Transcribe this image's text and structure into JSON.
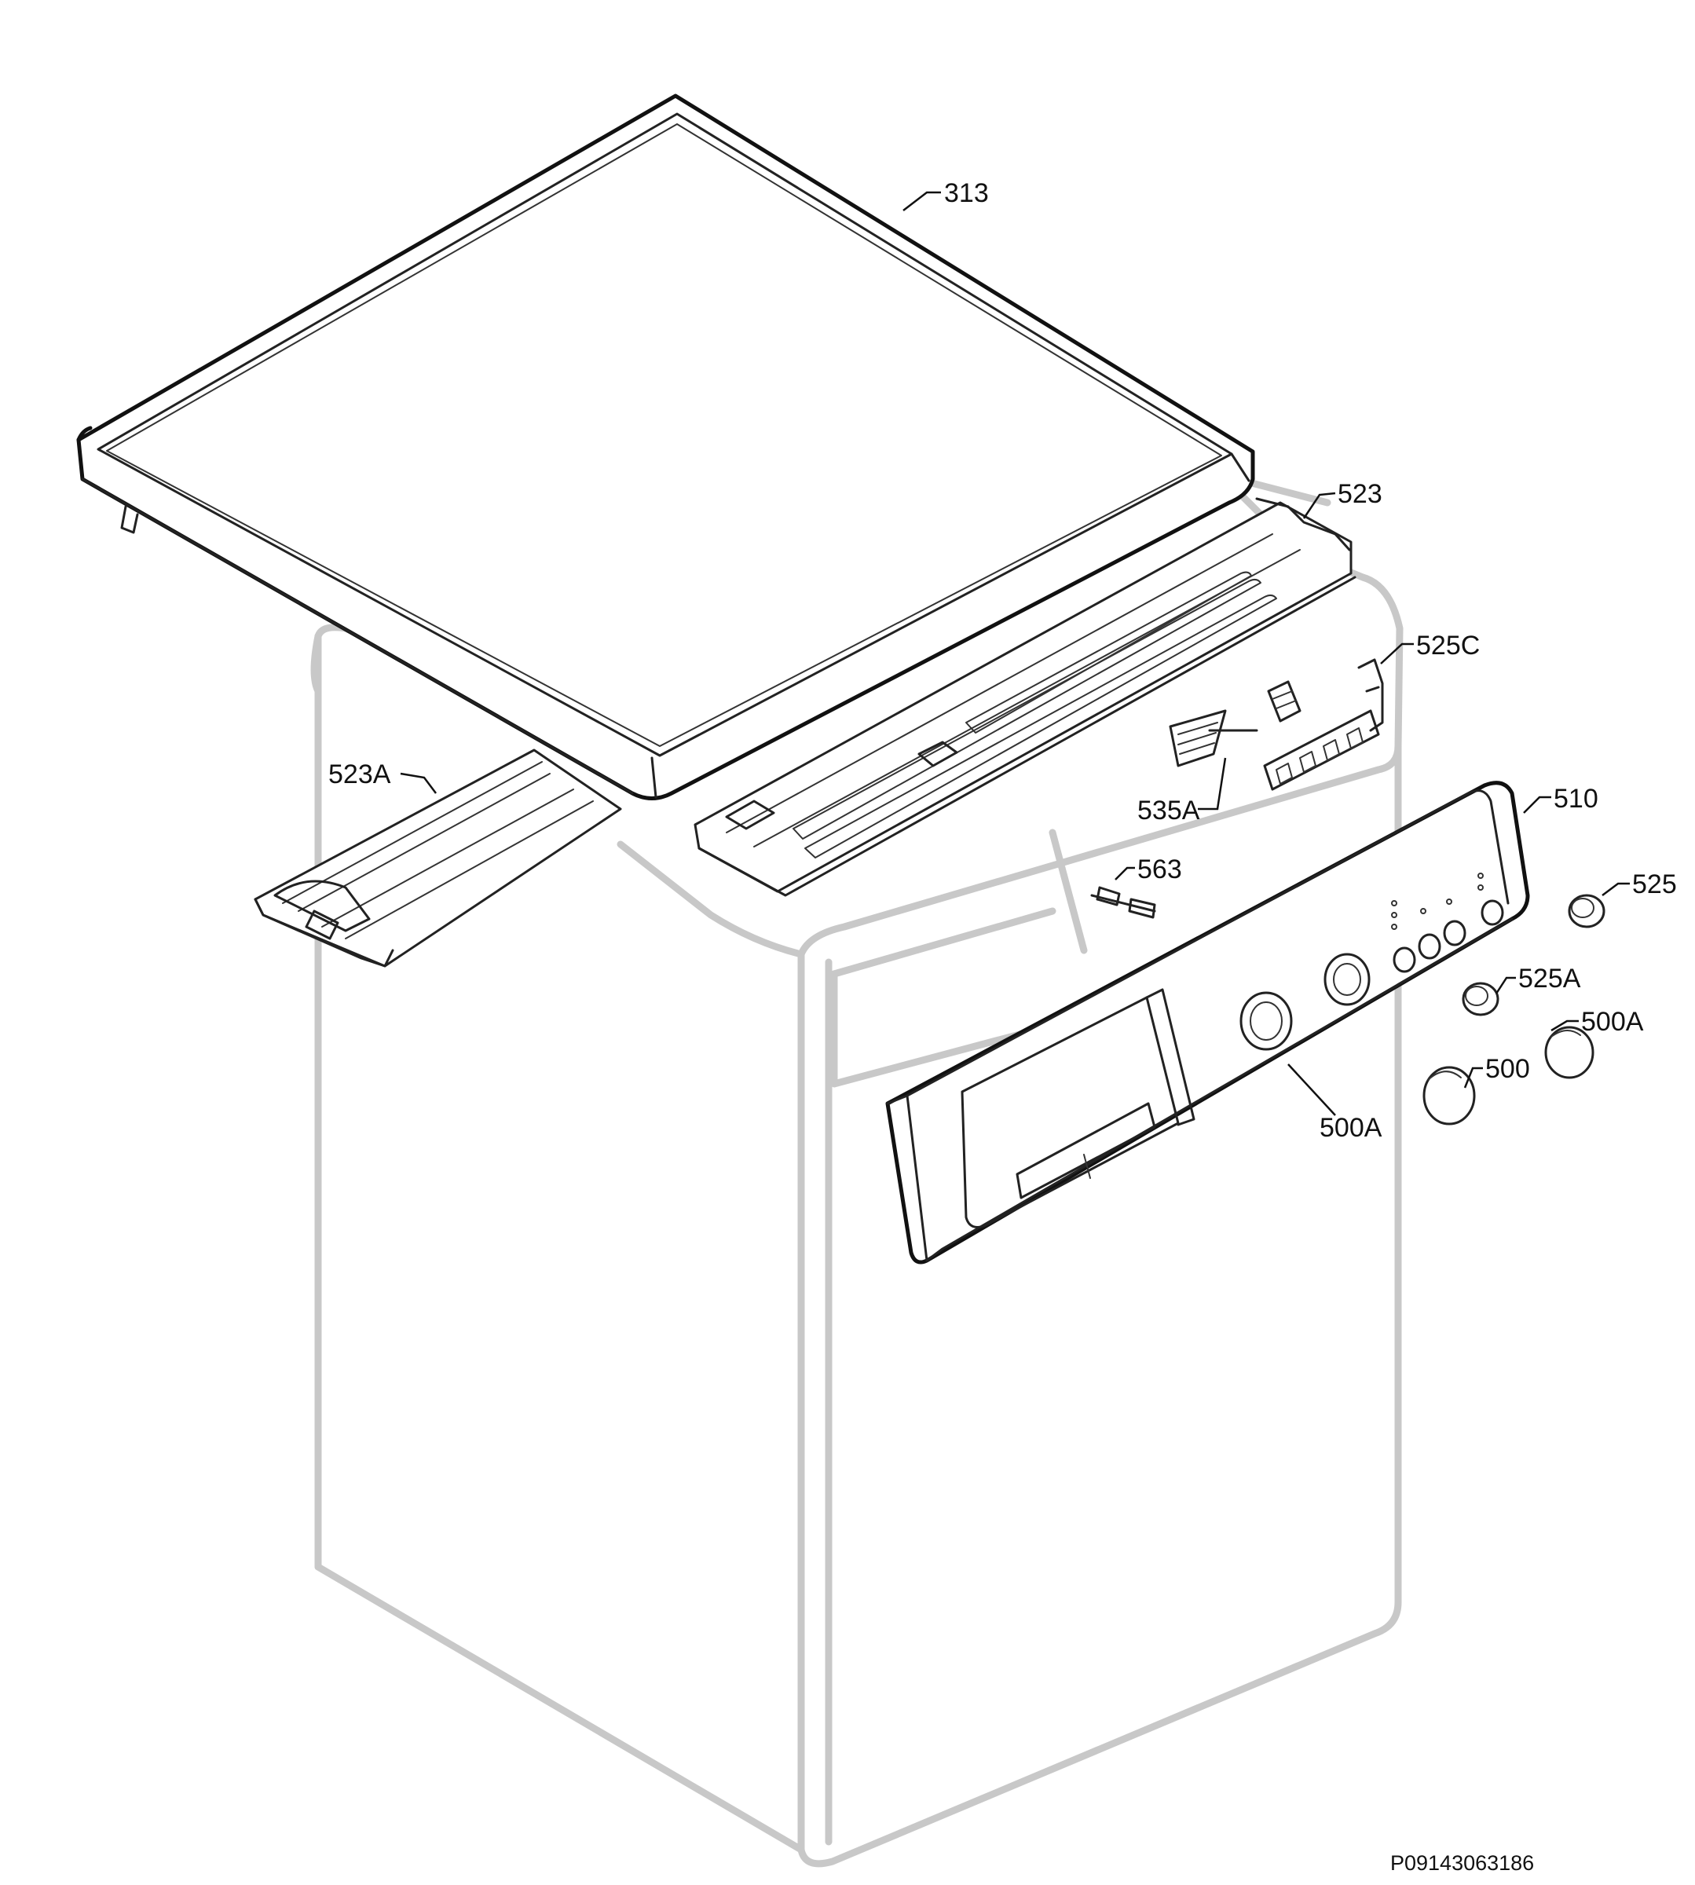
{
  "labels": {
    "p313": "313",
    "p523": "523",
    "p525c": "525C",
    "p523a": "523A",
    "p535a": "535A",
    "p510": "510",
    "p563": "563",
    "p525": "525",
    "p525a": "525A",
    "p500a_right": "500A",
    "p500": "500",
    "p500a_panel": "500A"
  },
  "document_number": "P09143063186",
  "colors": {
    "ink": "#222222",
    "ghost": "#c8c8c8",
    "background": "#ffffff"
  }
}
